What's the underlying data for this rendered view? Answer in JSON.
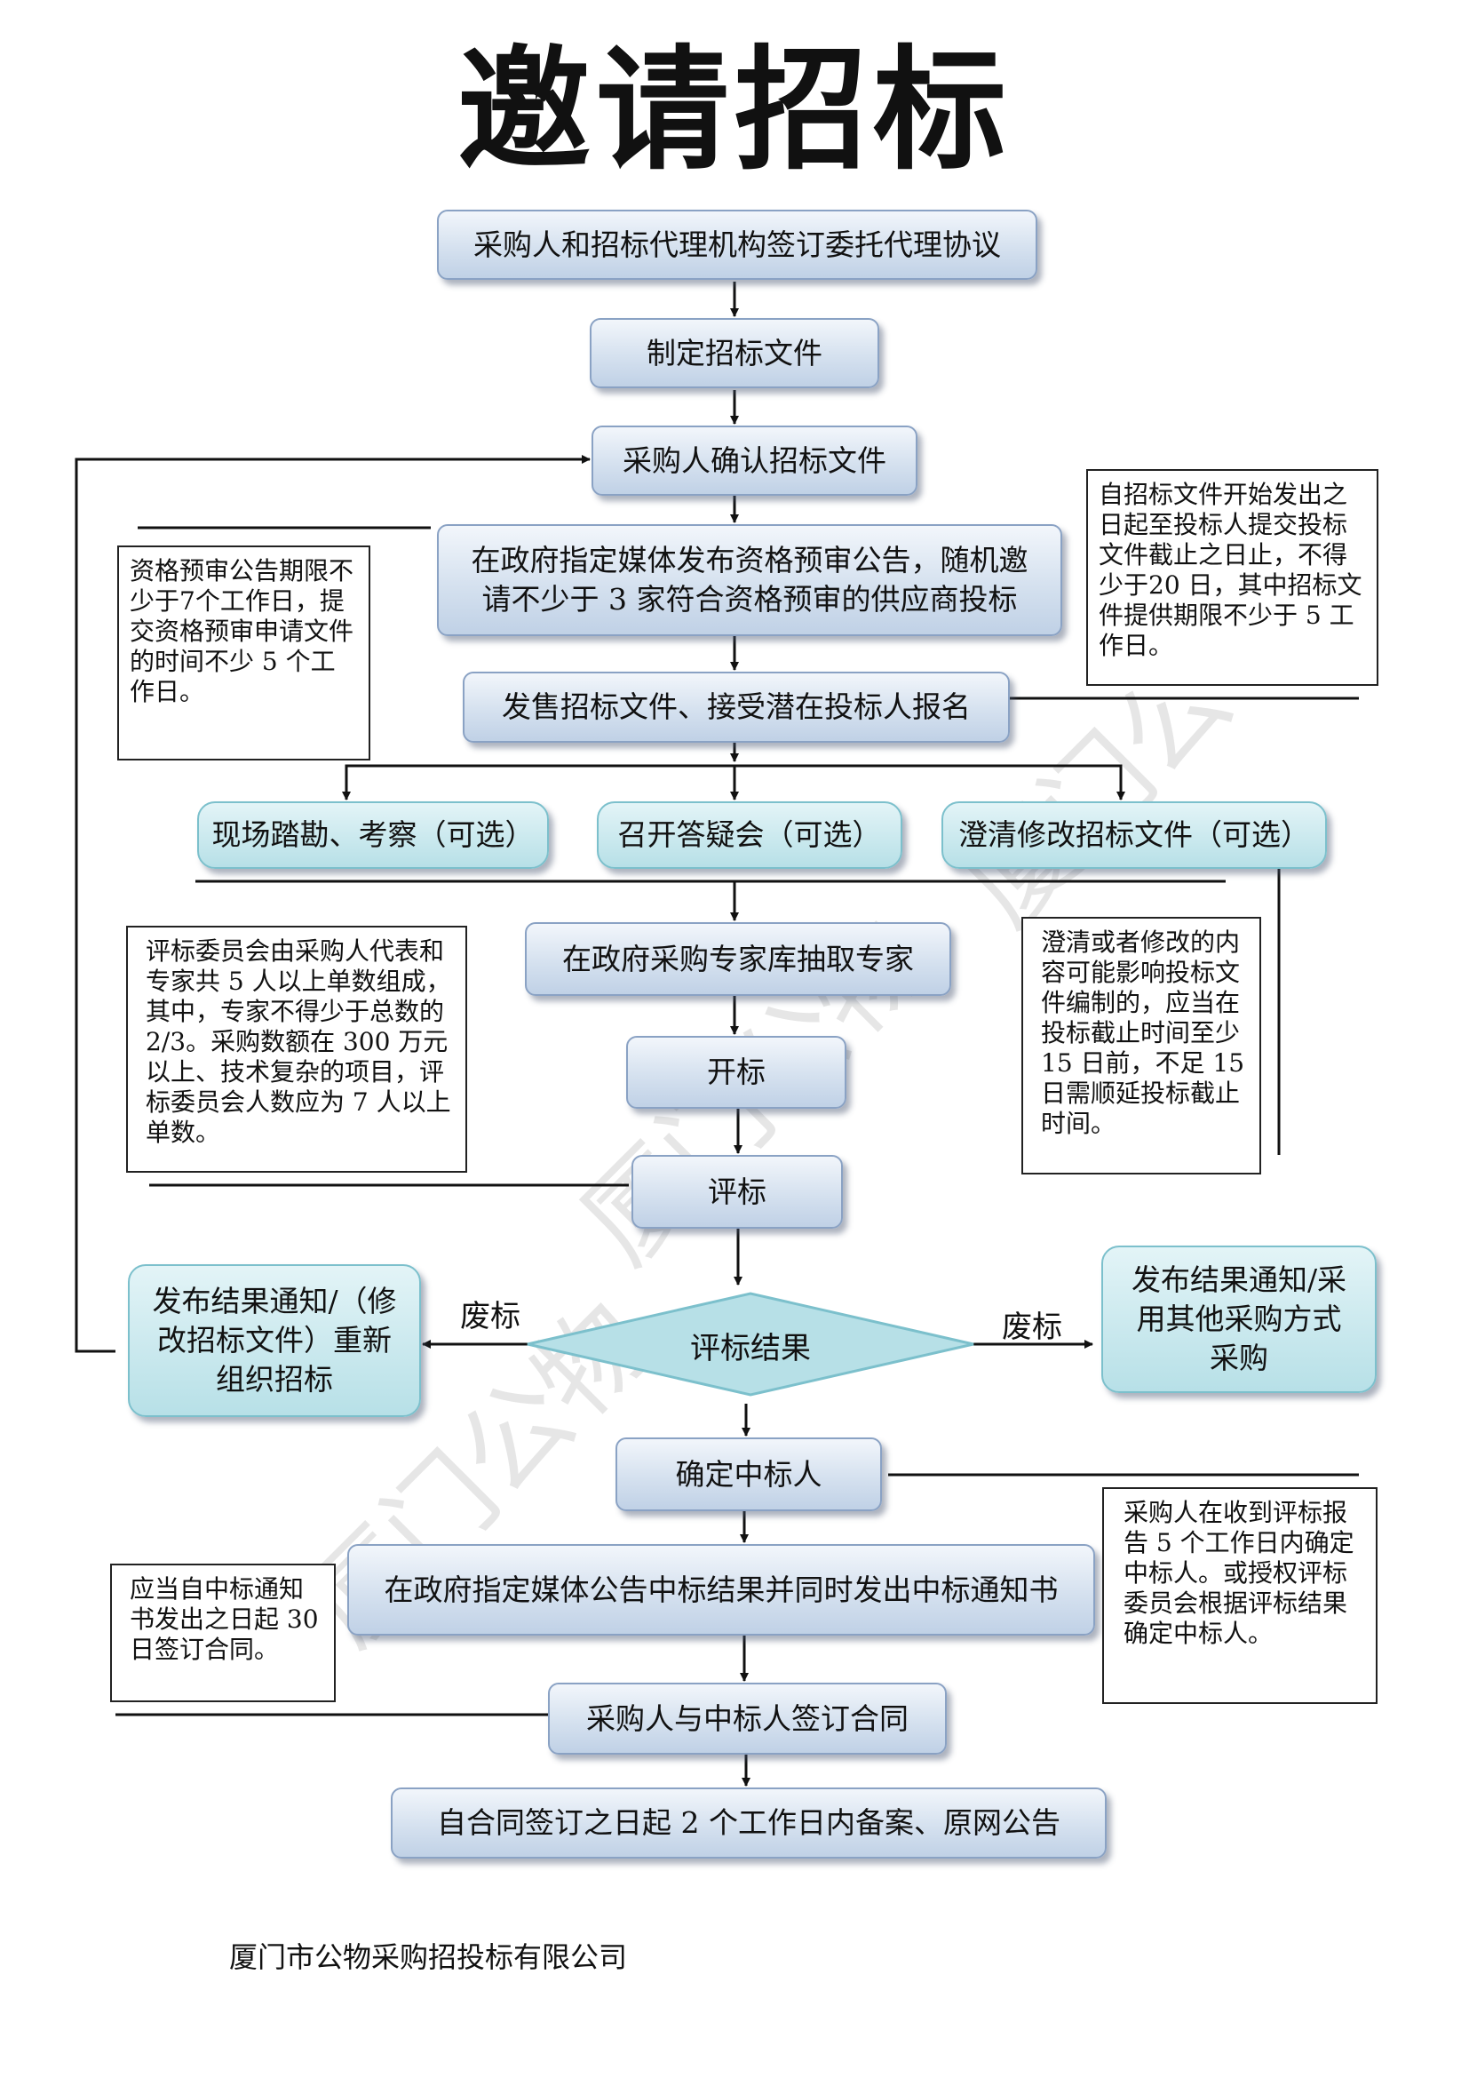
{
  "title": "邀请招标",
  "steps": {
    "agency_agreement": "采购人和招标代理机构签订委托代理协议",
    "prepare_docs": "制定招标文件",
    "confirm_docs": "采购人确认招标文件",
    "publish_prequal": "在政府指定媒体发布资格预审公告，随机邀请不少于 3 家符合资格预审的供应商投标",
    "sell_docs": "发售招标文件、接受潜在投标人报名",
    "site_visit": "现场踏勘、考察（可选）",
    "qa_meeting": "召开答疑会（可选）",
    "clarify_docs": "澄清修改招标文件（可选）",
    "draw_experts": "在政府采购专家库抽取专家",
    "open_bids": "开标",
    "evaluate": "评标",
    "result": "评标结果",
    "fail_left": "发布结果通知/（修改招标文件）重新组织招标",
    "fail_right": "发布结果通知/采用其他采购方式采购",
    "determine_winner": "确定中标人",
    "announce": "在政府指定媒体公告中标结果并同时发出中标通知书",
    "sign_contract": "采购人与中标人签订合同",
    "filing": "自合同签订之日起 2 个工作日内备案、原网公告"
  },
  "edge_labels": {
    "fail_left": "废标",
    "fail_right": "废标"
  },
  "notes": {
    "prequal_period": "资格预审公告期限不少于7个工作日，提交资格预审申请文件的时间不少 5 个工作日。",
    "doc_period": "自招标文件开始发出之日起至投标人提交投标文件截止之日止，不得少于20 日，其中招标文件提供期限不少于 5 工作日。",
    "committee": "评标委员会由采购人代表和专家共 5 人以上单数组成，其中，专家不得少于总数的 2/3。采购数额在 300 万元以上、技术复杂的项目，评标委员会人数应为 7 人以上单数。",
    "clarify": "澄清或者修改的内容可能影响投标文件编制的，应当在投标截止时间至少 15 日前，不足 15 日需顺延投标截止时间。",
    "winner_time": "采购人在收到评标报告 5 个工作日内确定中标人。或授权评标委员会根据评标结果确定中标人。",
    "contract_time": "应当自中标通知书发出之日起 30 日签订合同。"
  },
  "footer": "厦门市公物采购招投标有限公司",
  "watermark": [
    "厦门公物",
    "厦门公物",
    "厦门公"
  ],
  "colors": {
    "step_fill": "#d5e1ef",
    "step_border": "#8aa2c4",
    "teal_fill": "#b7e0e7",
    "teal_border": "#7cc0cc",
    "line": "#111111"
  }
}
